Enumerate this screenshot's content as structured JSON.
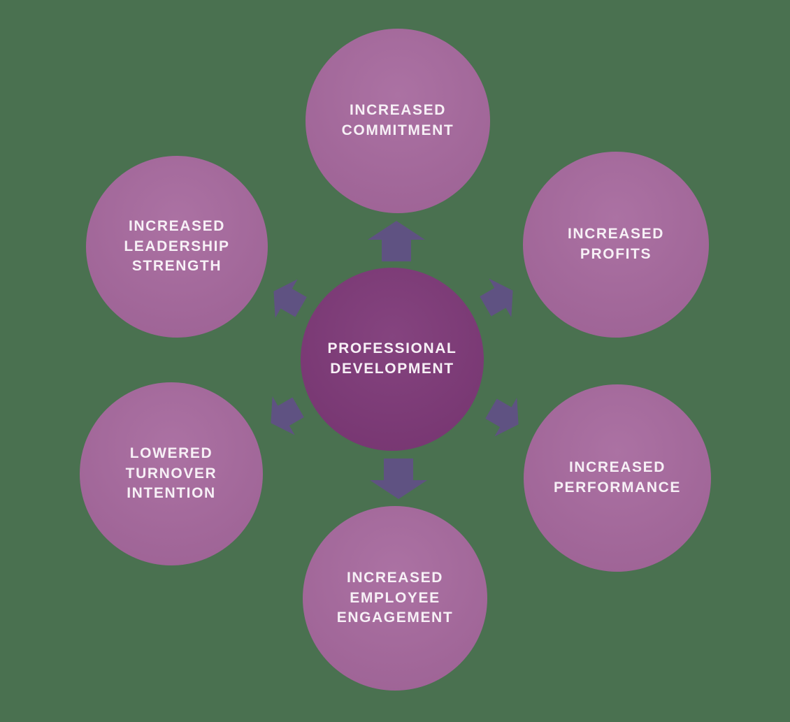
{
  "colors": {
    "background": "#4a7150",
    "outer_circle": "#a5679c",
    "center_circle": "#7d3877",
    "arrow": "#5f5282",
    "label_text": "#f7f0f6"
  },
  "nodes": {
    "center": {
      "lines": [
        "PROFESSIONAL",
        "DEVELOPMENT"
      ]
    },
    "top": {
      "lines": [
        "INCREASED",
        "COMMITMENT"
      ]
    },
    "top_right": {
      "lines": [
        "INCREASED",
        "PROFITS"
      ]
    },
    "bottom_right": {
      "lines": [
        "INCREASED",
        "PERFORMANCE"
      ]
    },
    "bottom": {
      "lines": [
        "INCREASED",
        "EMPLOYEE",
        "ENGAGEMENT"
      ]
    },
    "bottom_left": {
      "lines": [
        "LOWERED",
        "TURNOVER",
        "INTENTION"
      ]
    },
    "top_left": {
      "lines": [
        "INCREASED",
        "LEADERSHIP",
        "STRENGTH"
      ]
    }
  },
  "arrows": [
    {
      "icon": "arrow-up-icon",
      "direction": "up",
      "from": "center",
      "to": "top"
    },
    {
      "icon": "arrow-up-right-icon",
      "direction": "up-right",
      "from": "center",
      "to": "top_right"
    },
    {
      "icon": "arrow-down-right-icon",
      "direction": "down-right",
      "from": "center",
      "to": "bottom_right"
    },
    {
      "icon": "arrow-down-icon",
      "direction": "down",
      "from": "center",
      "to": "bottom"
    },
    {
      "icon": "arrow-down-left-icon",
      "direction": "down-left",
      "from": "center",
      "to": "bottom_left"
    },
    {
      "icon": "arrow-up-left-icon",
      "direction": "up-left",
      "from": "center",
      "to": "top_left"
    }
  ]
}
